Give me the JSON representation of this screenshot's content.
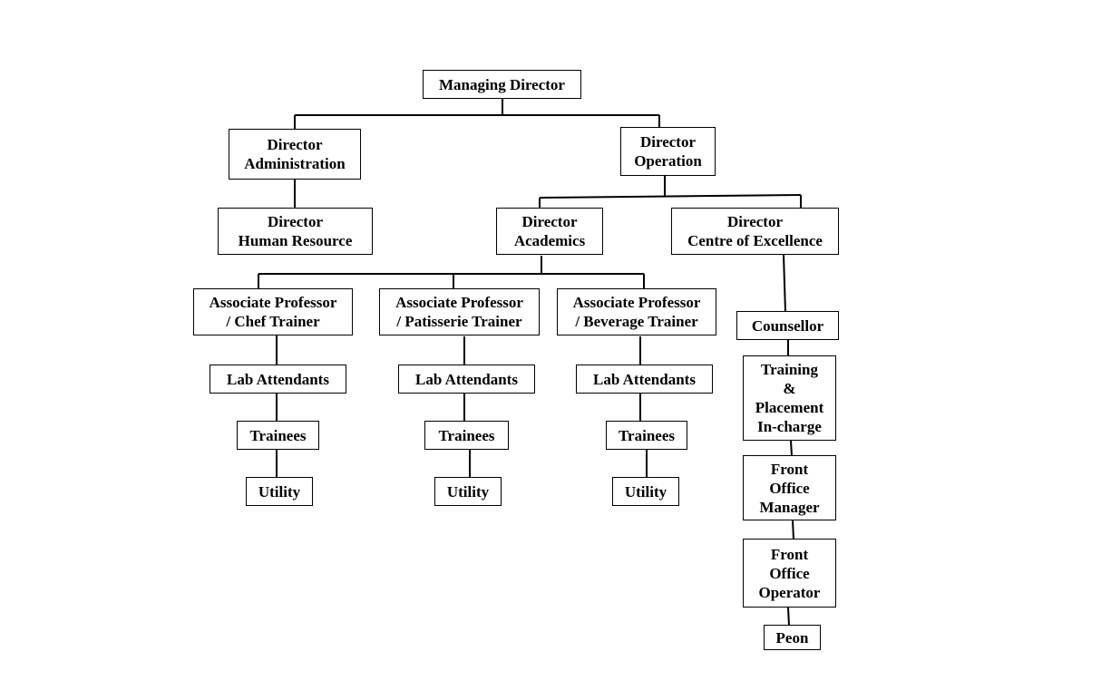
{
  "org_chart": {
    "managing_director": "Managing Director",
    "director_administration": [
      "Director",
      "Administration"
    ],
    "director_operation": [
      "Director",
      "Operation"
    ],
    "director_hr": [
      "Director",
      "Human Resource"
    ],
    "director_academics": [
      "Director",
      "Academics"
    ],
    "director_coe": [
      "Director",
      "Centre of Excellence"
    ],
    "chef_trainer": [
      "Associate Professor",
      "/ Chef Trainer"
    ],
    "patisserie_trainer": [
      "Associate Professor",
      "/ Patisserie Trainer"
    ],
    "beverage_trainer": [
      "Associate Professor",
      "/ Beverage Trainer"
    ],
    "lab_attendants": "Lab Attendants",
    "trainees": "Trainees",
    "utility": "Utility",
    "counsellor": "Counsellor",
    "training_placement": [
      "Training",
      "&",
      "Placement",
      "In-charge"
    ],
    "front_office_manager": [
      "Front",
      "Office",
      "Manager"
    ],
    "front_office_operator": [
      "Front",
      "Office",
      "Operator"
    ],
    "peon": "Peon"
  }
}
